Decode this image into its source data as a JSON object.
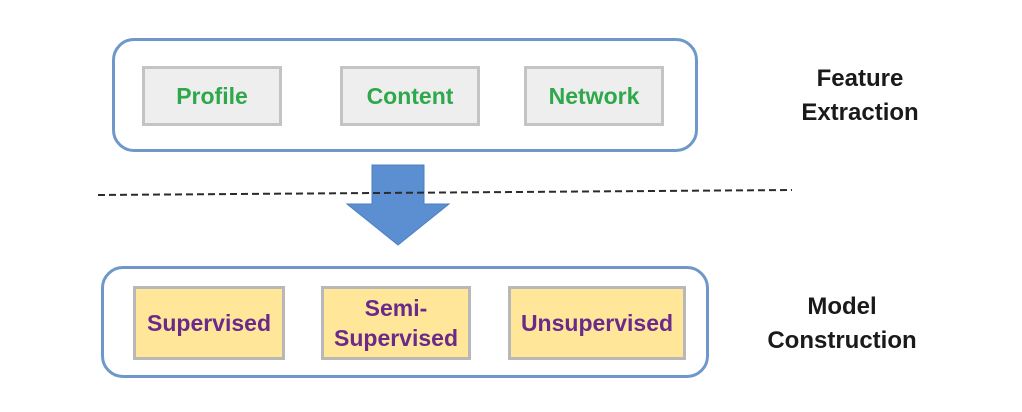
{
  "feature_stage": {
    "label": "Feature\nExtraction",
    "items": [
      "Profile",
      "Content",
      "Network"
    ]
  },
  "model_stage": {
    "label": "Model\nConstruction",
    "items": [
      "Supervised",
      "Semi-\nSupervised",
      "Unsupervised"
    ]
  },
  "colors": {
    "group_border": "#6d98c9",
    "feature_box_fill": "#eeeeee",
    "feature_text": "#2ea84a",
    "model_box_fill": "#ffe699",
    "model_text": "#6b2a8a",
    "arrow": "#5b8fd1"
  }
}
